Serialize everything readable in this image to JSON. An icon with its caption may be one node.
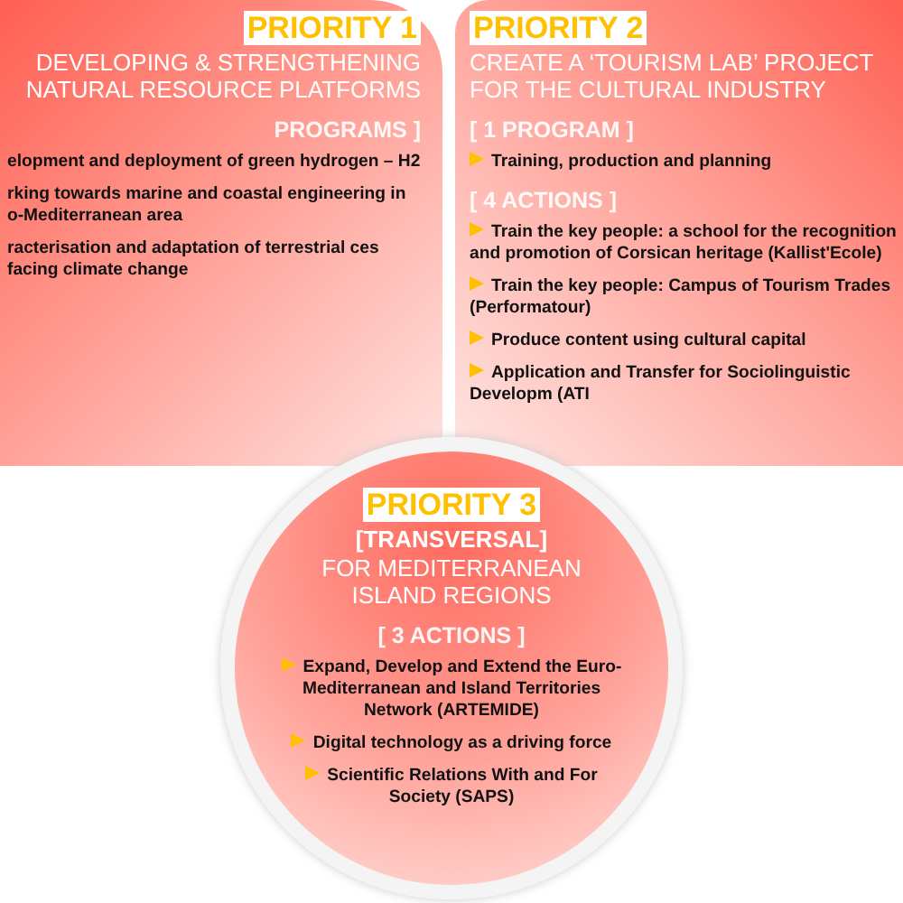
{
  "diagram": {
    "nodes": [
      {
        "text": [
          "PRIORITY 1",
          "DEVELOPING & STRENGTHENING NATURAL RESOURCE PLATFORMS",
          "PROGRAMS ]",
          "elopment and deployment of green hydrogen – H2",
          "rking towards marine and coastal engineering in o-Mediterranean area",
          "racterisation and adaptation of terrestrial ces facing climate change"
        ]
      },
      {
        "text": [
          "PRIORITY 2",
          "CREATE A ‘TOURISM LAB’ PROJECT FOR THE CULTURAL INDUSTRY",
          "[ 1 PROGRAM ]",
          "Training, production and planning",
          "[ 4 ACTIONS ]",
          "Train the key people: a school for the recognition and promotion of Corsican heritage (Kallist'Ecole)",
          "Train the key people: Campus of Tourism Trades (Performatour)",
          "Produce content using cultural capital",
          "Application and Transfer for Sociolinguistic Developm (ATI"
        ]
      },
      {
        "text": [
          "PRIORITY 3",
          "[TRANSVERSAL]",
          "FOR MEDITERRANEAN ISLAND REGIONS",
          "[ 3 ACTIONS ]",
          "Expand, Develop and Extend the Euro-Mediterranean and Island Territories Network (ARTEMIDE)",
          "Digital technology as a driving force",
          "Scientific Relations With and For Society (SAPS)"
        ]
      }
    ]
  }
}
